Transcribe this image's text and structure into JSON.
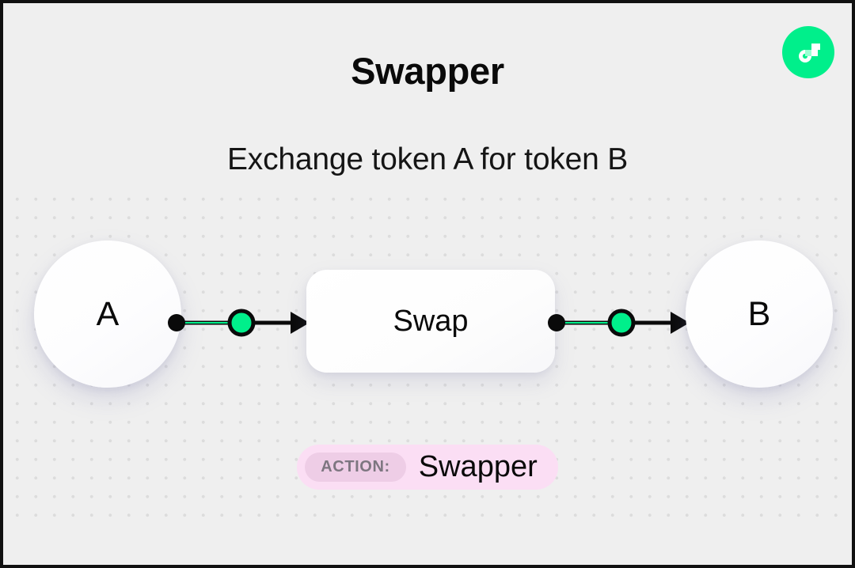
{
  "header": {
    "title": "Swapper",
    "subtitle": "Exchange token A for token B",
    "logo_name": "flow-logo",
    "logo_color": "#00ef8b"
  },
  "diagram": {
    "type": "flow",
    "background_color": "#efefef",
    "accent_color": "#00ef8b",
    "nodes": [
      {
        "id": "a",
        "label": "A",
        "shape": "circle"
      },
      {
        "id": "swap",
        "label": "Swap",
        "shape": "rounded-rect"
      },
      {
        "id": "b",
        "label": "B",
        "shape": "circle"
      }
    ],
    "edges": [
      {
        "from": "a",
        "to": "swap",
        "direction": "right",
        "has_midpoint_dot": true
      },
      {
        "from": "swap",
        "to": "b",
        "direction": "right",
        "has_midpoint_dot": true
      }
    ]
  },
  "badge": {
    "tag_label": "ACTION:",
    "value": "Swapper",
    "background_color": "#fbdef4",
    "tag_background_color": "#eecde6"
  }
}
